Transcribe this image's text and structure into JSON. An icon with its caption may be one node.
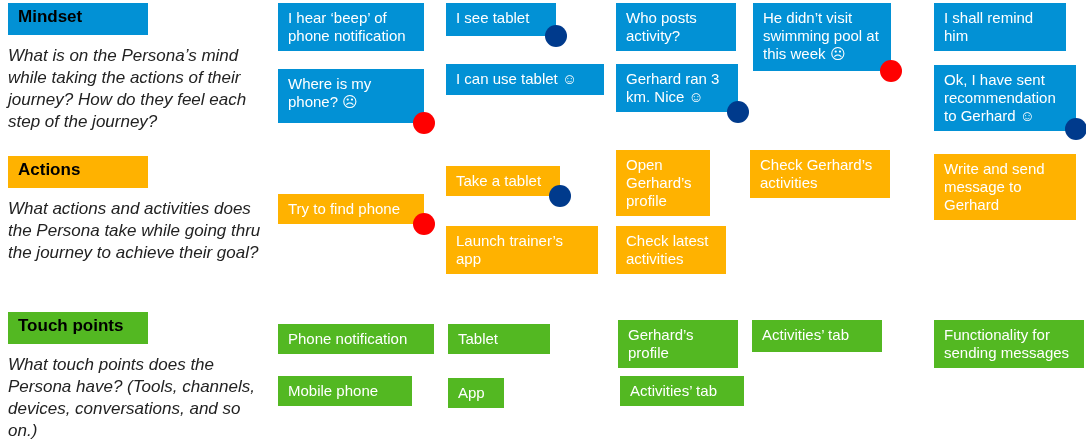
{
  "diagram": {
    "nodes": [
      {
        "text": [
          "Mindset"
        ],
        "beside": [
          "What is on the Persona’s mind while taking the actions of their journey? How do they feel each step of the journey?"
        ]
      },
      {
        "text": [
          "I hear ‘beep’ of phone notification"
        ]
      },
      {
        "text": [
          "Where is my phone? ☹"
        ]
      },
      {
        "text": [
          "I see tablet"
        ]
      },
      {
        "text": [
          "I can use tablet ☺"
        ]
      },
      {
        "text": [
          "Who posts activity?"
        ]
      },
      {
        "text": [
          "Gerhard ran 3 km. Nice ☺"
        ]
      },
      {
        "text": [
          "He didn’t visit swimming pool at this week ☹"
        ]
      },
      {
        "text": [
          "I shall remind him"
        ]
      },
      {
        "text": [
          "Ok, I have sent recommendation to Gerhard ☺"
        ]
      },
      {
        "text": [
          "Actions"
        ],
        "beside": [
          "What actions and activities does the Persona take while going thru the journey to achieve their goal?"
        ]
      },
      {
        "text": [
          "Try to find phone"
        ]
      },
      {
        "text": [
          "Take a tablet"
        ]
      },
      {
        "text": [
          "Launch trainer’s app"
        ]
      },
      {
        "text": [
          "Open Gerhard’s profile"
        ]
      },
      {
        "text": [
          "Check latest activities"
        ]
      },
      {
        "text": [
          "Check Gerhard’s activities"
        ]
      },
      {
        "text": [
          "Write and send message to Gerhard"
        ]
      },
      {
        "text": [
          "Touch points"
        ],
        "beside": [
          "What touch points does the Persona have? (Tools, channels, devices, conversations, and so on.)"
        ]
      },
      {
        "text": [
          "Phone notification"
        ]
      },
      {
        "text": [
          "Mobile phone"
        ]
      },
      {
        "text": [
          "Tablet"
        ]
      },
      {
        "text": [
          "App"
        ]
      },
      {
        "text": [
          "Gerhard’s profile"
        ]
      },
      {
        "text": [
          "Activities’ tab"
        ]
      },
      {
        "text": [
          "Activities’ tab"
        ]
      },
      {
        "text": [
          "Functionality for sending messages"
        ]
      }
    ]
  }
}
